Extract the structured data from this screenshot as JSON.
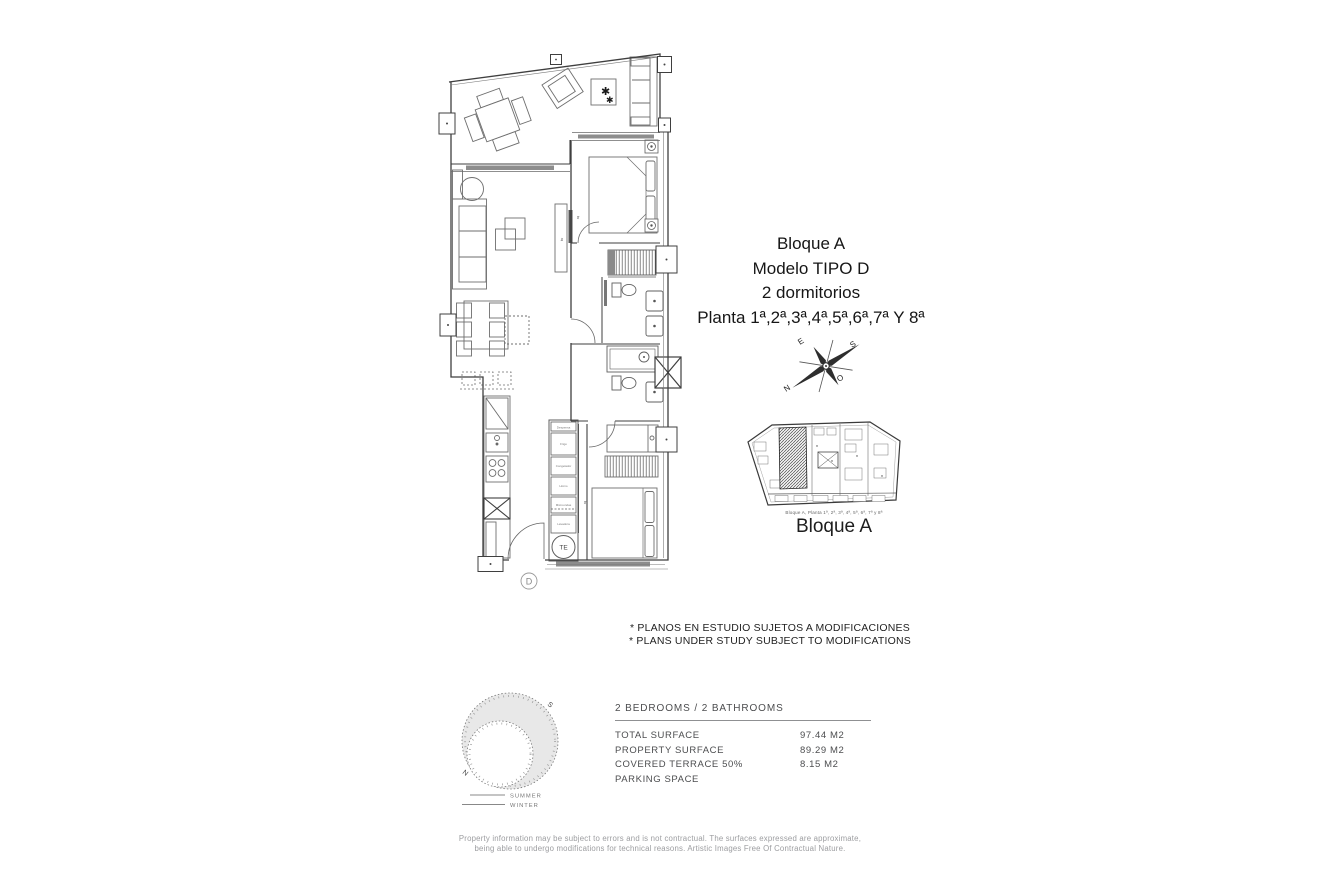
{
  "page": {
    "background": "#ffffff"
  },
  "header": {
    "block": "Bloque A",
    "model": "Modelo TIPO D",
    "bedrooms": "2 dormitorios",
    "floors": "Planta 1ª,2ª,3ª,4ª,5ª,6ª,7ª Y 8ª"
  },
  "compass": {
    "east": "E",
    "south": "S",
    "north": "N",
    "west": "O"
  },
  "key_plan": {
    "caption_small": "Bloque A, Planta 1ª, 2ª, 3ª, 4ª, 5ª, 6ª, 7ª y 8ª",
    "caption": "Bloque A"
  },
  "floor_plan": {
    "unit_letter": "D",
    "water_heater": "TE",
    "tv_label": "tv",
    "appliances": [
      "Despensa",
      "Frigo",
      "Congelador",
      "Horno",
      "Microondas",
      "Lavadora"
    ],
    "flower_icon": "✱"
  },
  "notices": {
    "spanish": "* PLANOS EN ESTUDIO SUJETOS A MODIFICACIONES",
    "english": "* PLANS UNDER STUDY SUBJECT TO MODIFICATIONS"
  },
  "sun_diagram": {
    "south": "S",
    "north": "N",
    "summer": "SUMMER",
    "winter": "WINTER"
  },
  "summary": {
    "header": "2 BEDROOMS / 2 BATHROOMS",
    "rows": [
      {
        "label": "TOTAL SURFACE",
        "value": "97.44 M2"
      },
      {
        "label": "PROPERTY SURFACE",
        "value": "89.29 M2"
      },
      {
        "label": "COVERED TERRACE 50%",
        "value": "8.15 M2"
      },
      {
        "label": "PARKING SPACE",
        "value": ""
      }
    ]
  },
  "footer": {
    "line1": "Property information may be subject to errors and is not contractual. The surfaces expressed are approximate,",
    "line2": "being able to undergo modifications for technical reasons. Artistic Images Free Of Contractual Nature."
  }
}
